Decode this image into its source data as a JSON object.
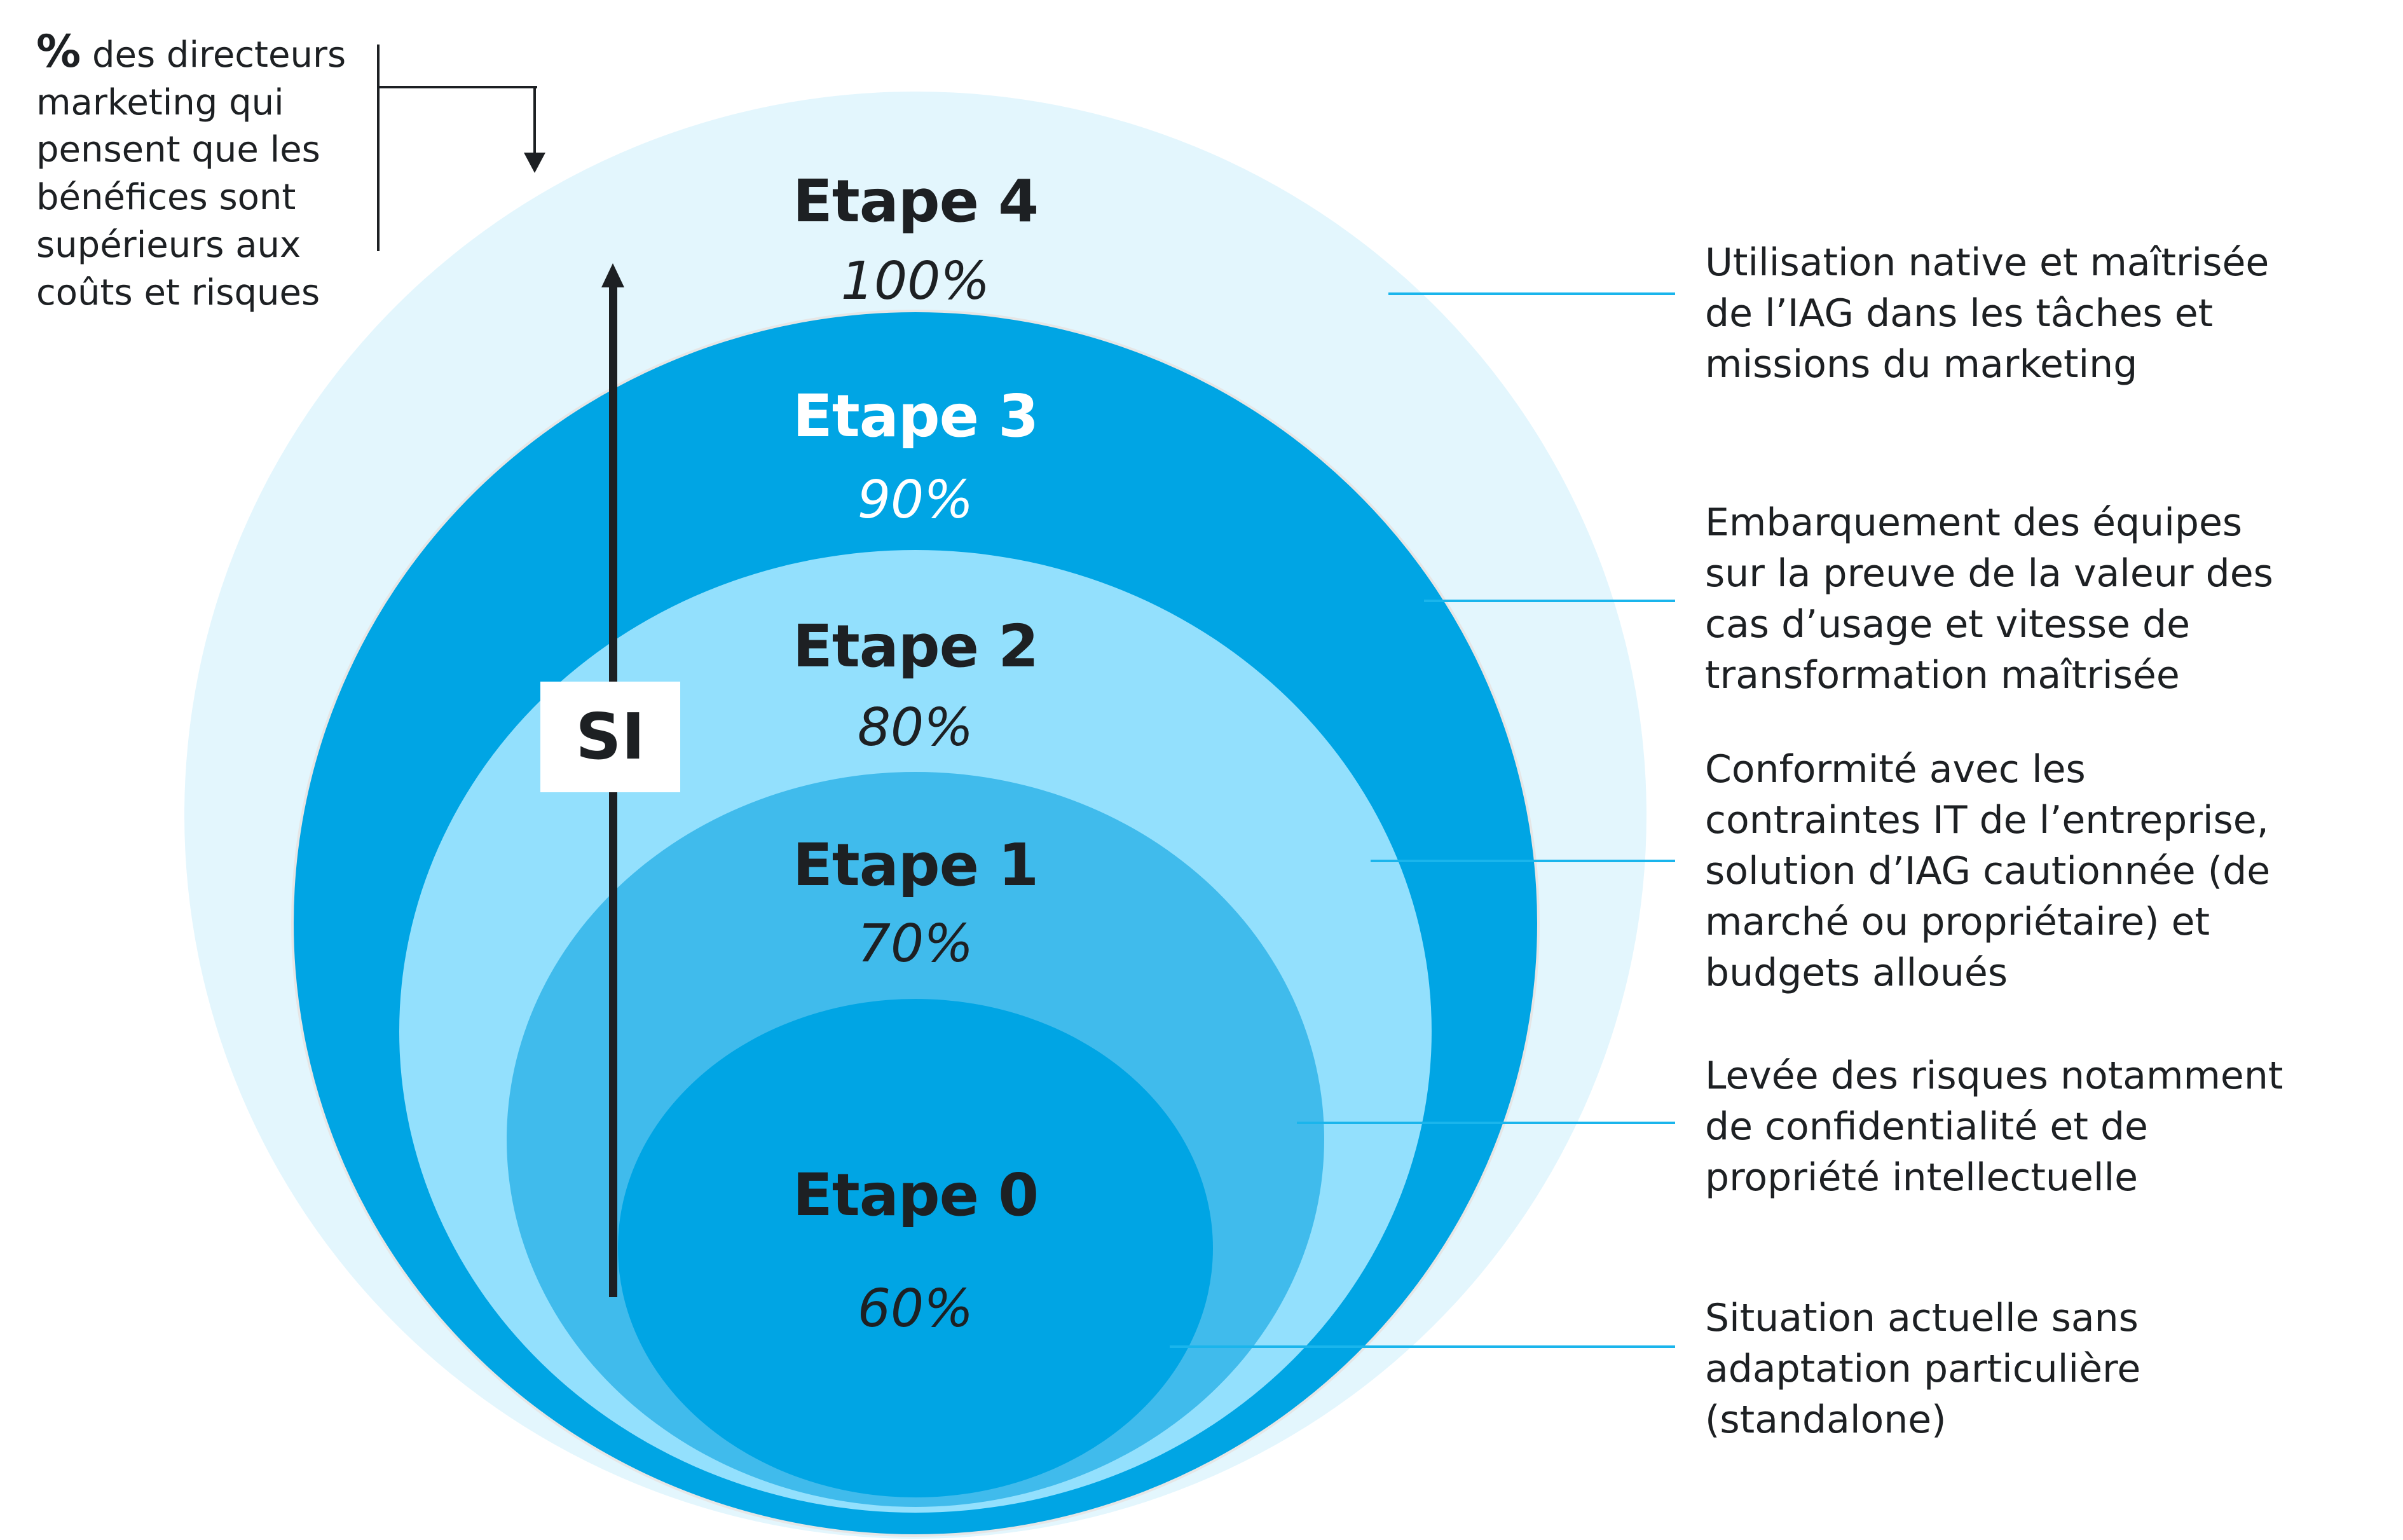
{
  "legend": {
    "percent_symbol": "%",
    "lines": [
      " des directeurs",
      "marketing qui",
      "pensent que les",
      "bénéfices sont",
      "supérieurs aux",
      "coûts et risques"
    ]
  },
  "axis": {
    "label": "SI",
    "direction": "up"
  },
  "colors": {
    "stage4": "#e3f6fd",
    "stage3": "#00a5e4",
    "stage2": "#93e0fd",
    "stage1": "#40bbec",
    "stage0": "#00a5e4",
    "leader_line": "#1ab5ec",
    "text_dark": "#1d2023",
    "text_light": "#ffffff"
  },
  "stages": [
    {
      "title": "Etape 4",
      "percent": "100%",
      "value": 100,
      "description": [
        "Utilisation native et maîtrisée",
        "de l’IAG dans les tâches et",
        "missions du marketing"
      ]
    },
    {
      "title": "Etape 3",
      "percent": "90%",
      "value": 90,
      "description": [
        "Embarquement des équipes",
        "sur la preuve de la valeur des",
        "cas d’usage et vitesse de",
        "transformation maîtrisée"
      ]
    },
    {
      "title": "Etape 2",
      "percent": "80%",
      "value": 80,
      "description": [
        "Conformité avec les",
        "contraintes IT de l’entreprise,",
        "solution d’IAG cautionnée (de",
        "marché ou propriétaire) et",
        "budgets alloués"
      ]
    },
    {
      "title": "Etape 1",
      "percent": "70%",
      "value": 70,
      "description": [
        "Levée des risques notamment",
        "de confidentialité et de",
        "propriété intellectuelle"
      ]
    },
    {
      "title": "Etape 0",
      "percent": "60%",
      "value": 60,
      "description": [
        "Situation actuelle sans",
        "adaptation particulière",
        "(standalone)"
      ]
    }
  ]
}
